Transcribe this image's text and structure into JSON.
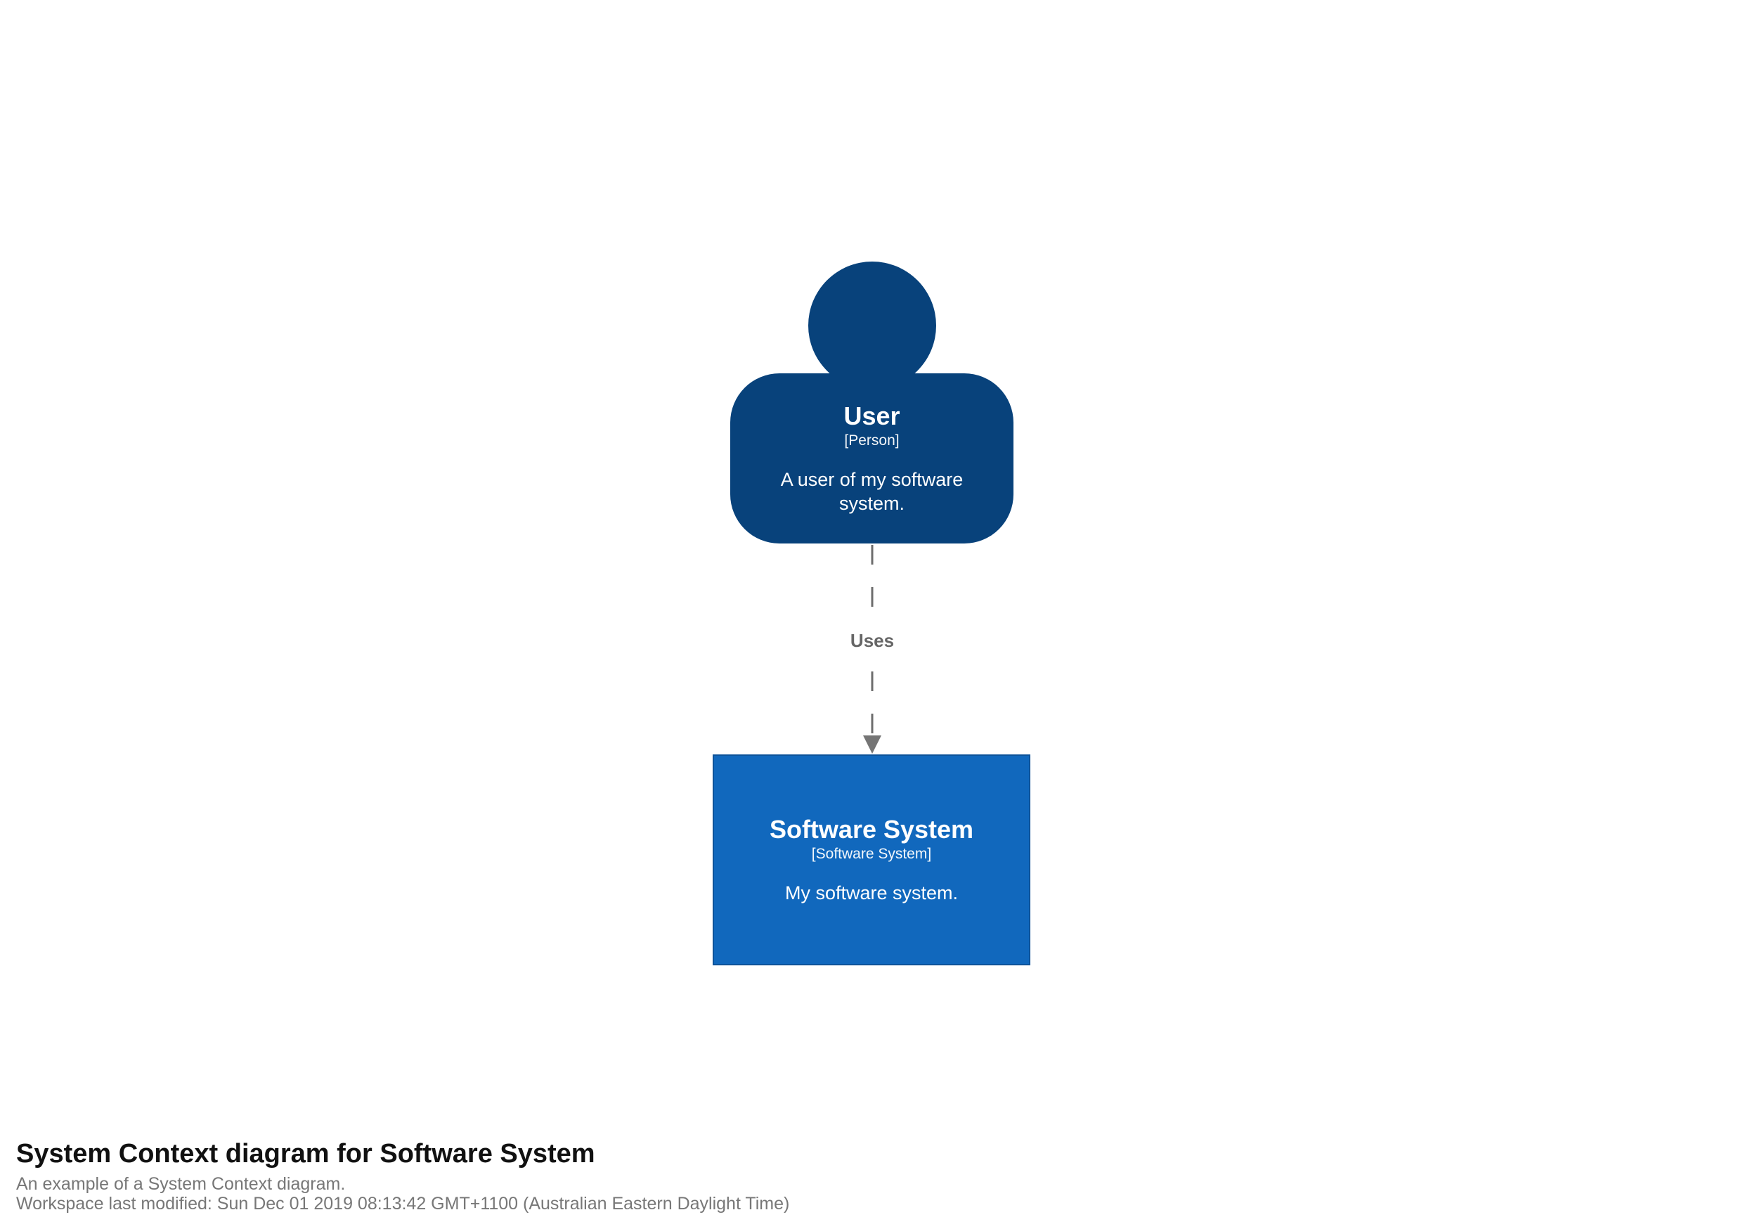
{
  "page": {
    "background": "#ffffff"
  },
  "diagram": {
    "person": {
      "name": "User",
      "type_label": "[Person]",
      "description": "A user of my software system.",
      "fill": "#08427b",
      "stroke": "#06355e",
      "text_color": "#ffffff"
    },
    "system": {
      "name": "Software System",
      "type_label": "[Software System]",
      "description": "My software system.",
      "fill": "#1168bd",
      "stroke": "#0d539a",
      "text_color": "#ffffff"
    },
    "relationship": {
      "label": "Uses",
      "line_color": "#6e6e6e",
      "arrow_color": "#757575",
      "label_color": "#666666"
    }
  },
  "footer": {
    "title": "System Context diagram for Software System",
    "description": "An example of a System Context diagram.",
    "last_modified": "Workspace last modified: Sun Dec 01 2019 08:13:42 GMT+1100 (Australian Eastern Daylight Time)",
    "title_color": "#111111",
    "text_color": "#777777"
  }
}
